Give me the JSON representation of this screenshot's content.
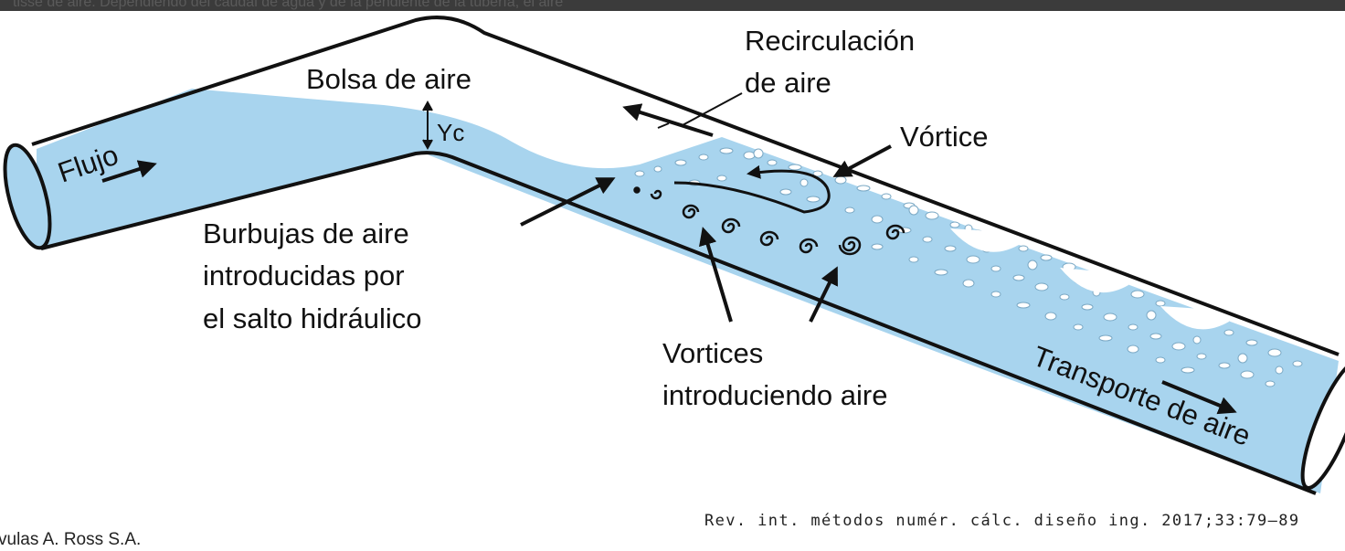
{
  "header": {
    "cropped_text": "tisse de aire. Dependiendo del caudal de agua y de la pendiente de la tubería, el aire"
  },
  "diagram": {
    "labels": {
      "flujo": "Flujo",
      "bolsa": "Bolsa de aire",
      "yc": "Yc",
      "recirculacion_1": "Recirculación",
      "recirculacion_2": "de aire",
      "vortice": "Vórtice",
      "burbujas_1": "Burbujas de aire",
      "burbujas_2": "introducidas por",
      "burbujas_3": "el salto hidráulico",
      "vortices_1": "Vortices",
      "vortices_2": "introduciendo aire",
      "transporte": "Transporte de aire"
    },
    "colors": {
      "water": "#a8d4ee",
      "outline": "#111111",
      "bubble": "#ffffff"
    }
  },
  "footer": {
    "citation": "Rev. int. métodos numér. cálc. diseño ing. 2017;33:79–89",
    "credit": "vulas A. Ross S.A."
  }
}
